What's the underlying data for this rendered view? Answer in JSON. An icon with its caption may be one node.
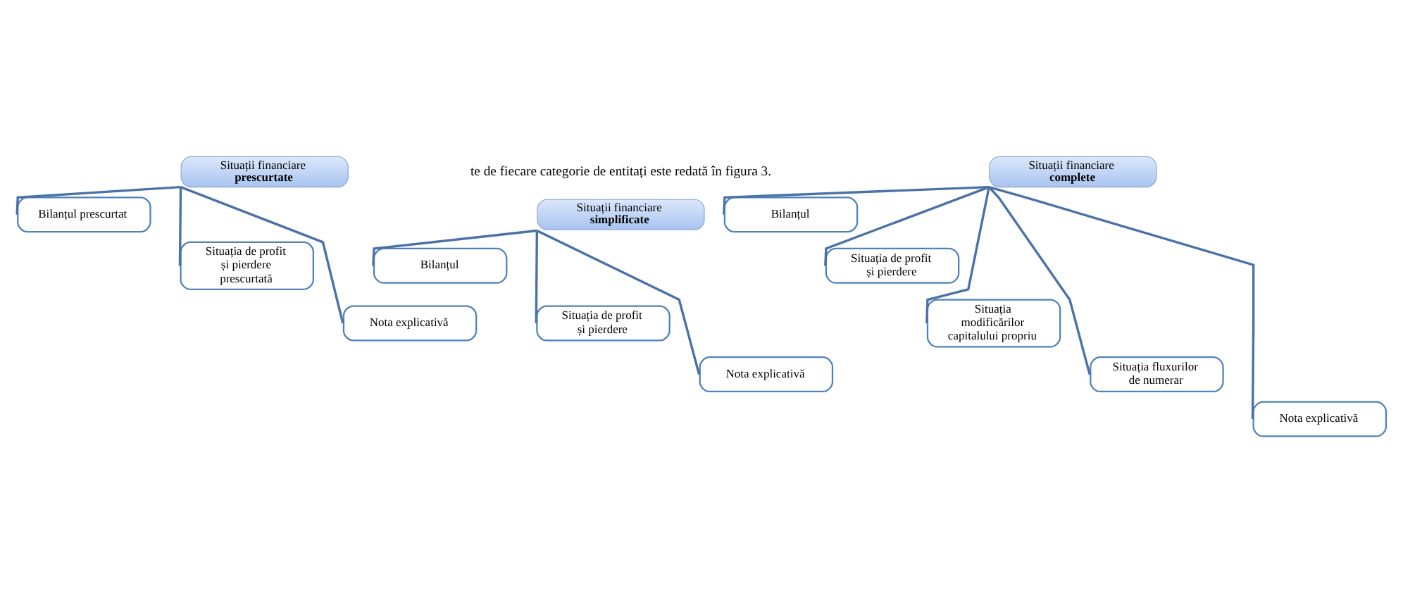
{
  "diagram": {
    "nodes": [
      {
        "text": [
          "Situații financiare",
          "prescurtate"
        ]
      },
      {
        "text": [
          "Bilanțul prescurtat"
        ]
      },
      {
        "text": [
          "Situația de profit și pierdere prescurtată"
        ]
      },
      {
        "text": [
          "Nota explicativă"
        ]
      },
      {
        "text": [
          "Situații financiare",
          "simplificate"
        ]
      },
      {
        "text": [
          "Bilanțul"
        ]
      },
      {
        "text": [
          "Situația de profit și pierdere"
        ]
      },
      {
        "text": [
          "Nota explicativă"
        ]
      },
      {
        "text": [
          "Situații financiare",
          "complete"
        ]
      },
      {
        "text": [
          "Bilanțul"
        ]
      },
      {
        "text": [
          "Situația de profit și pierdere"
        ]
      },
      {
        "text": [
          "Situația modificărilor capitalului propriu"
        ]
      },
      {
        "text": [
          "Situația fluxurilor de numerar"
        ]
      },
      {
        "text": [
          "Nota explicativă"
        ]
      }
    ],
    "edges": [
      {
        "from": 0,
        "to": 1,
        "arrow": "none"
      },
      {
        "from": 0,
        "to": 2,
        "arrow": "none"
      },
      {
        "from": 0,
        "to": 3,
        "arrow": "none"
      },
      {
        "from": 4,
        "to": 5,
        "arrow": "none"
      },
      {
        "from": 4,
        "to": 6,
        "arrow": "none"
      },
      {
        "from": 4,
        "to": 7,
        "arrow": "none"
      },
      {
        "from": 8,
        "to": 9,
        "arrow": "none"
      },
      {
        "from": 8,
        "to": 10,
        "arrow": "none"
      },
      {
        "from": 8,
        "to": 11,
        "arrow": "none"
      },
      {
        "from": 8,
        "to": 12,
        "arrow": "none"
      },
      {
        "from": 8,
        "to": 13,
        "arrow": "none"
      }
    ],
    "labels": [
      "te de fiecare categorie de entitați este redată în figura 3."
    ]
  }
}
